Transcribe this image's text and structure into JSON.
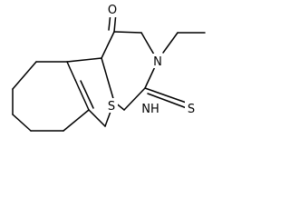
{
  "atoms": {
    "oxygen": "O",
    "nitrogen_ethyl": "N",
    "sulfur_ring": "S",
    "nitrogen_h": "NH",
    "thione_sulfur": "S"
  },
  "colors": {
    "bond": "#000000",
    "background": "#ffffff"
  }
}
